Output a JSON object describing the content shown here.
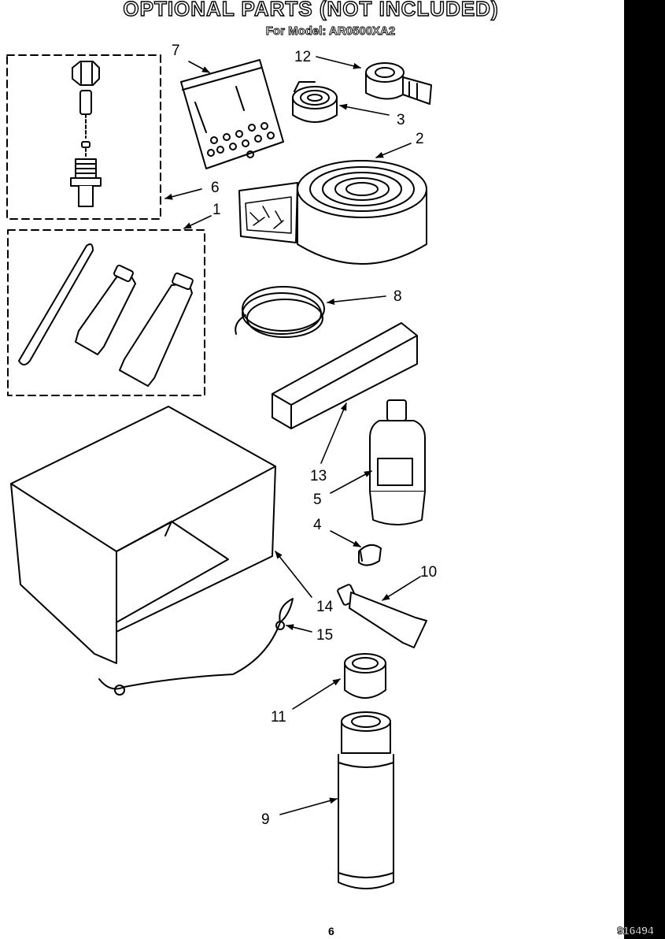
{
  "page": {
    "title": "OPTIONAL PARTS (NOT INCLUDED)",
    "subtitle": "For Model: AR0500XA2",
    "page_number": "6",
    "doc_id": "916494"
  },
  "callouts": [
    "1",
    "2",
    "3",
    "4",
    "5",
    "6",
    "7",
    "8",
    "9",
    "10",
    "11",
    "12",
    "13",
    "14",
    "15"
  ]
}
